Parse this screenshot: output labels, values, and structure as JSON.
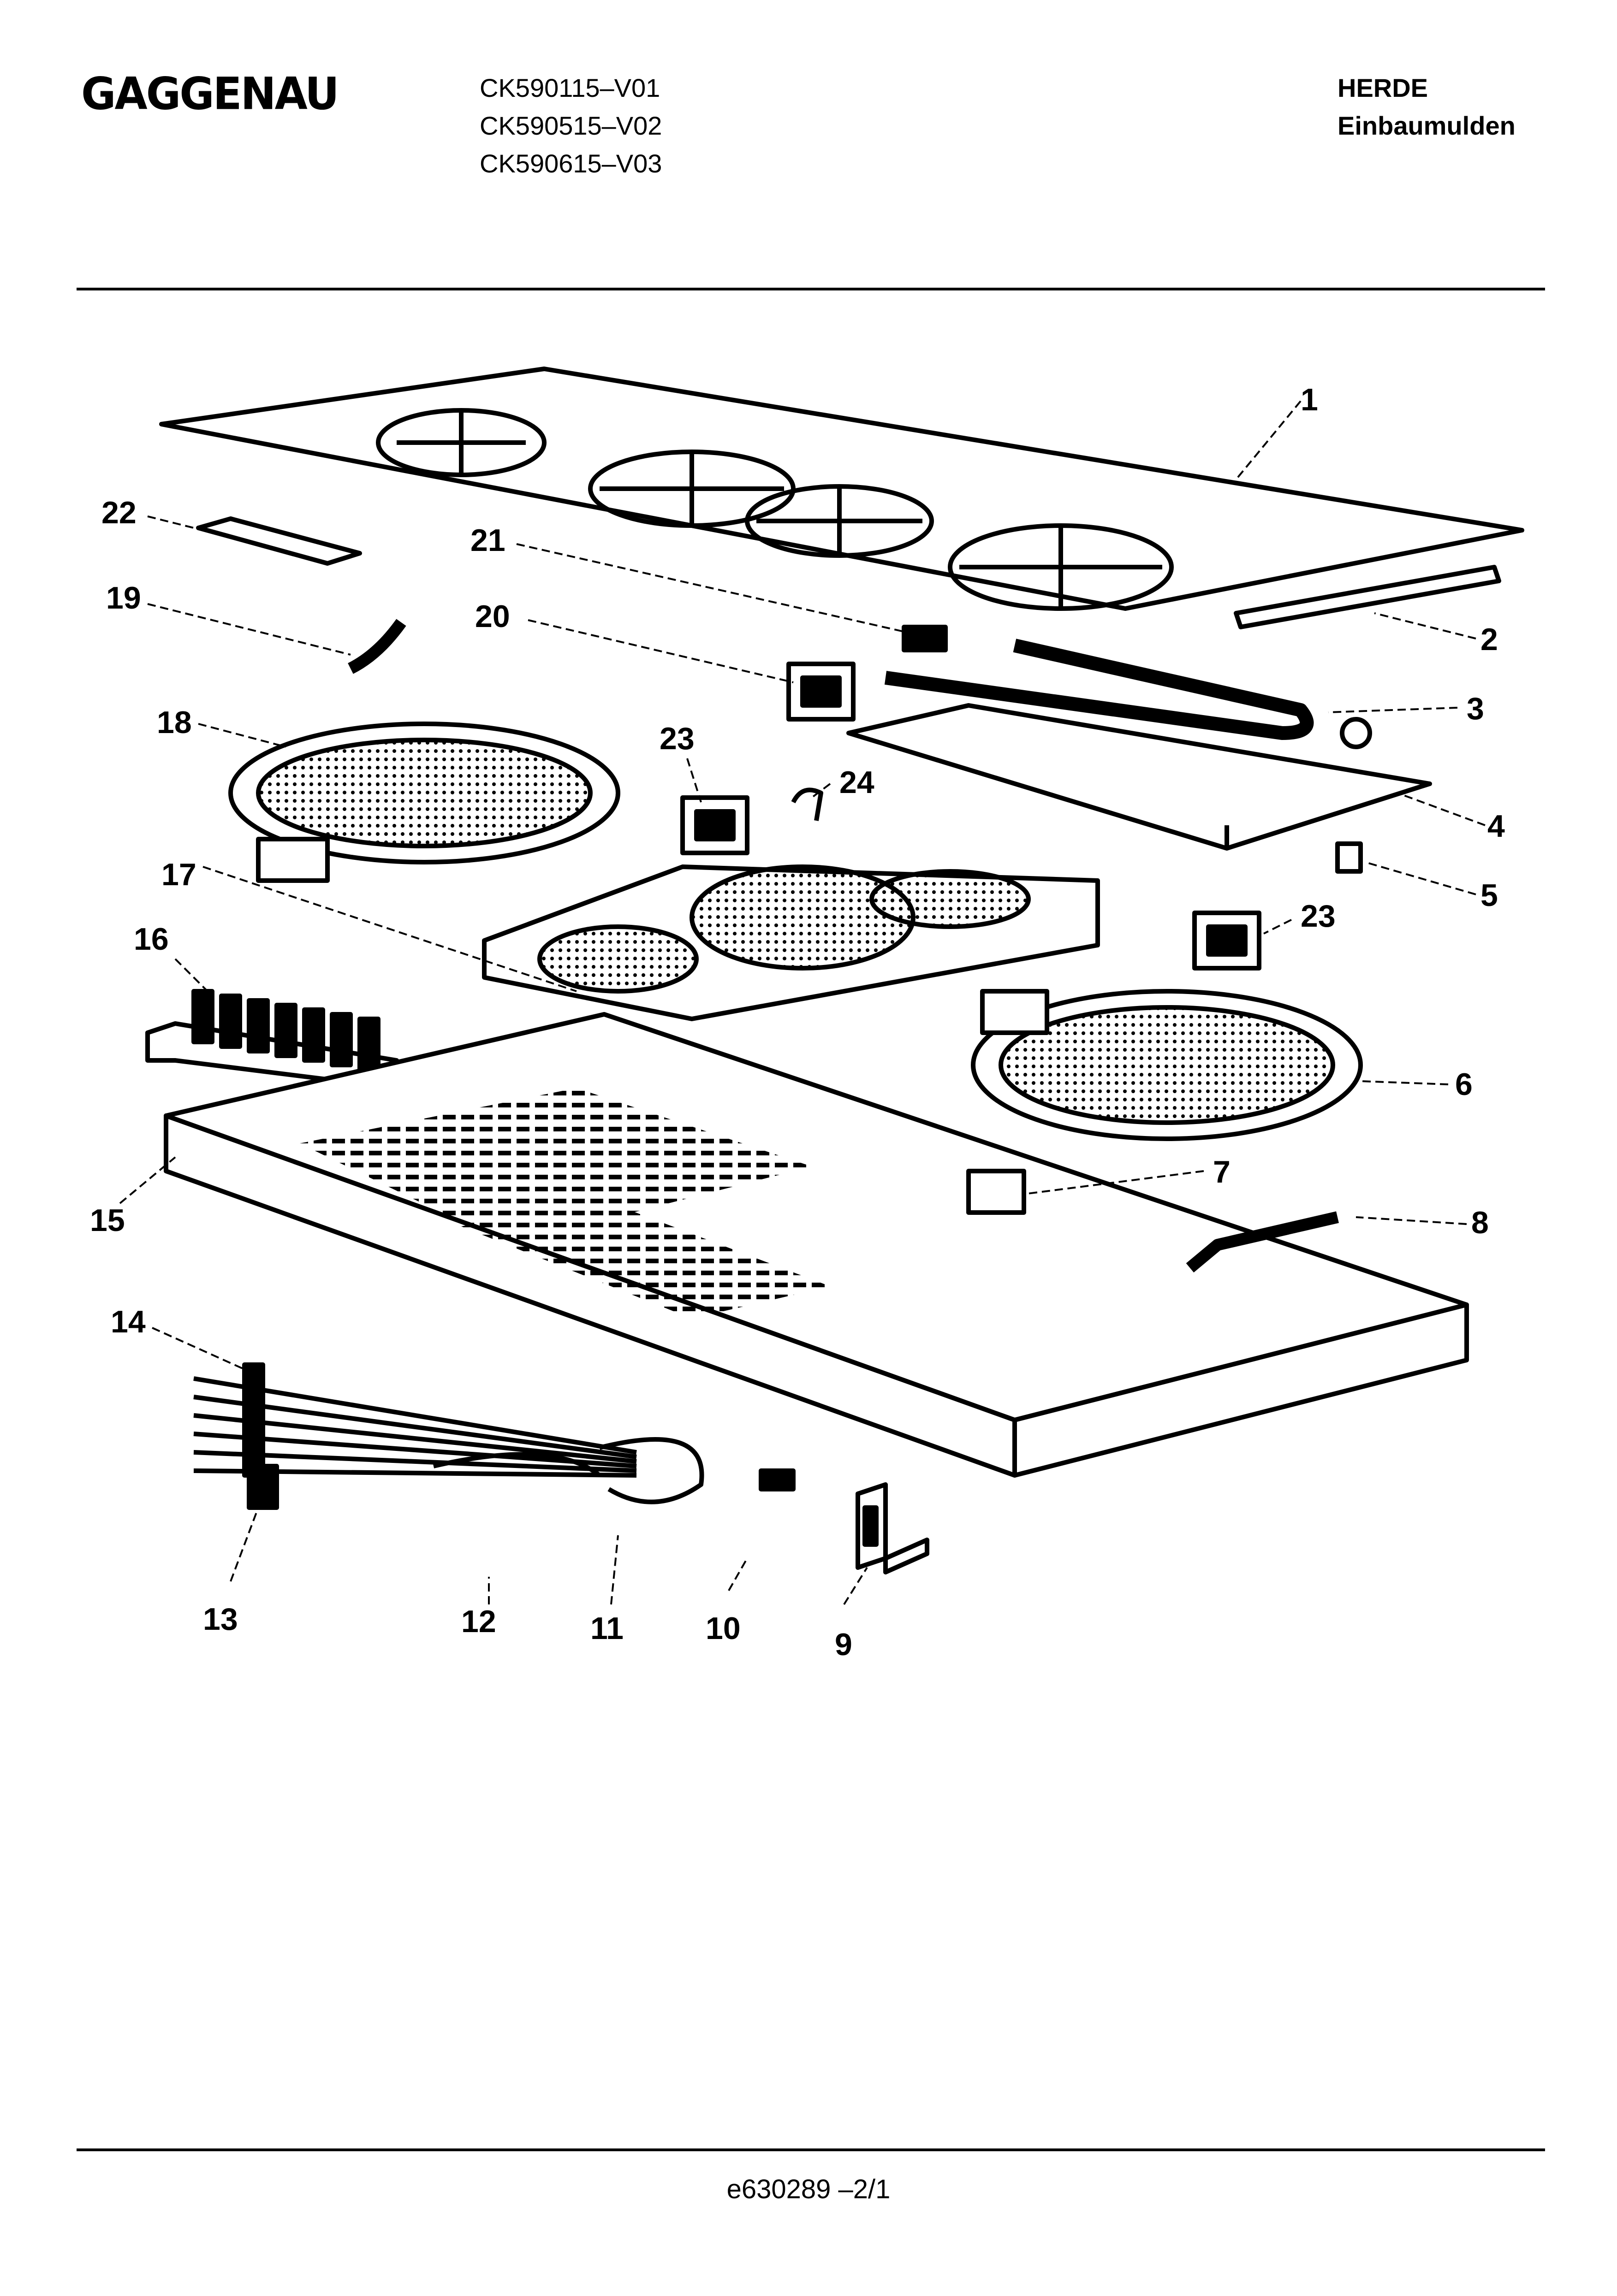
{
  "header": {
    "brand": "GAGGENAU",
    "models": [
      "CK590115–V01",
      "CK590515–V02",
      "CK590615–V03"
    ],
    "category": [
      "HERDE",
      "Einbaumulden"
    ]
  },
  "diagram": {
    "callouts": [
      "1",
      "2",
      "3",
      "4",
      "5",
      "6",
      "7",
      "8",
      "9",
      "10",
      "11",
      "12",
      "13",
      "14",
      "15",
      "16",
      "17",
      "18",
      "19",
      "20",
      "21",
      "22",
      "23",
      "24",
      "23"
    ]
  },
  "footer": {
    "doc_number": "e630289 –2/1"
  }
}
